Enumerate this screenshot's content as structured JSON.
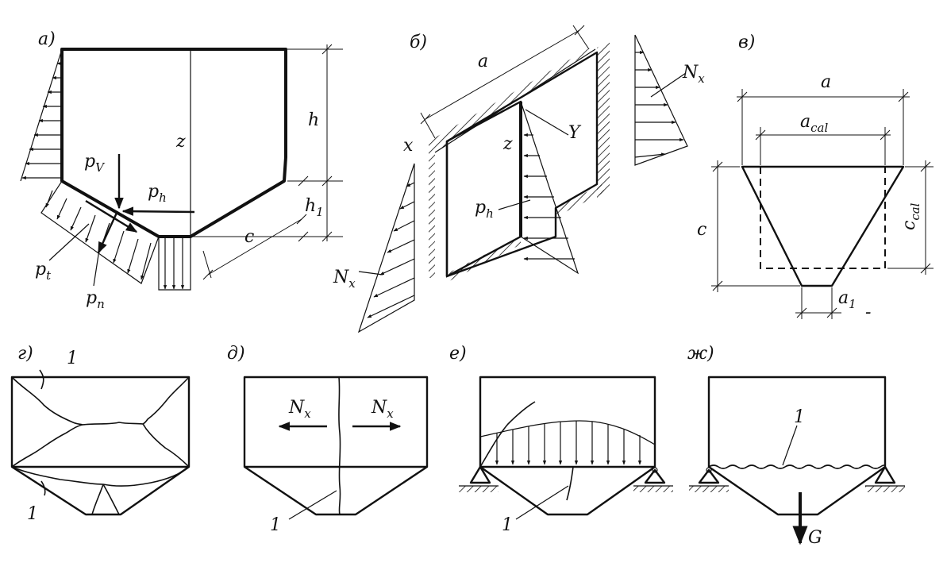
{
  "panels": {
    "a": "а)",
    "b": "б)",
    "v": "в)",
    "g": "г)",
    "d": "д)",
    "e": "е)",
    "zh": "ж)"
  },
  "labels": {
    "pv": "p",
    "pv_sub": "V",
    "ph": "p",
    "ph_sub": "h",
    "pt": "p",
    "pt_sub": "t",
    "pn": "p",
    "pn_sub": "n",
    "z": "z",
    "h": "h",
    "h1": "h",
    "h1_sub": "1",
    "c": "c",
    "a": "a",
    "x": "x",
    "y": "Y",
    "nx": "N",
    "nx_sub": "x",
    "acal": "a",
    "acal_sub": "cal",
    "ccal": "c",
    "ccal_sub": "cal",
    "a1": "a",
    "a1_sub": "1",
    "one": "1",
    "g": "G"
  }
}
